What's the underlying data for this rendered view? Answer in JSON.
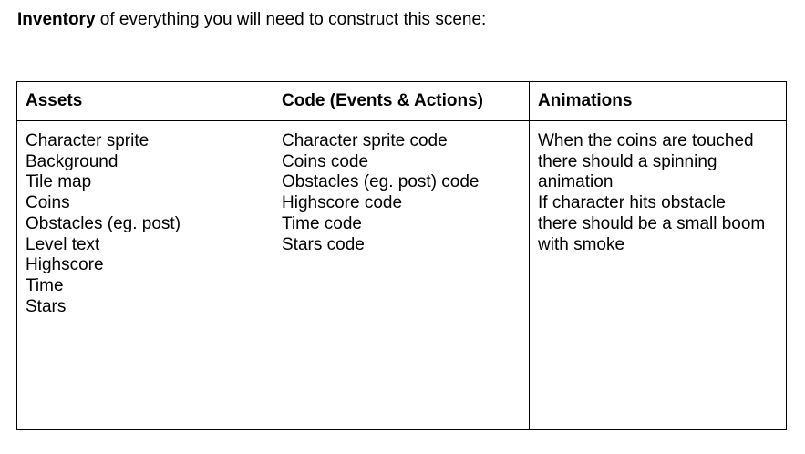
{
  "heading": {
    "bold": "Inventory",
    "rest": " of everything you will need to construct this scene:"
  },
  "table": {
    "headers": [
      "Assets",
      "Code (Events & Actions)",
      "Animations"
    ],
    "assets": [
      "Character sprite",
      "Background",
      "Tile map",
      "Coins",
      "Obstacles (eg. post)",
      "Level text",
      "Highscore",
      "Time",
      "Stars"
    ],
    "code": [
      "Character sprite code",
      "Coins code",
      "Obstacles (eg. post) code",
      "Highscore code",
      "Time code",
      "Stars code"
    ],
    "animations": [
      "When the coins are touched",
      "there should a spinning",
      "animation",
      "If character hits obstacle",
      "there should be a small boom",
      "with smoke"
    ]
  }
}
